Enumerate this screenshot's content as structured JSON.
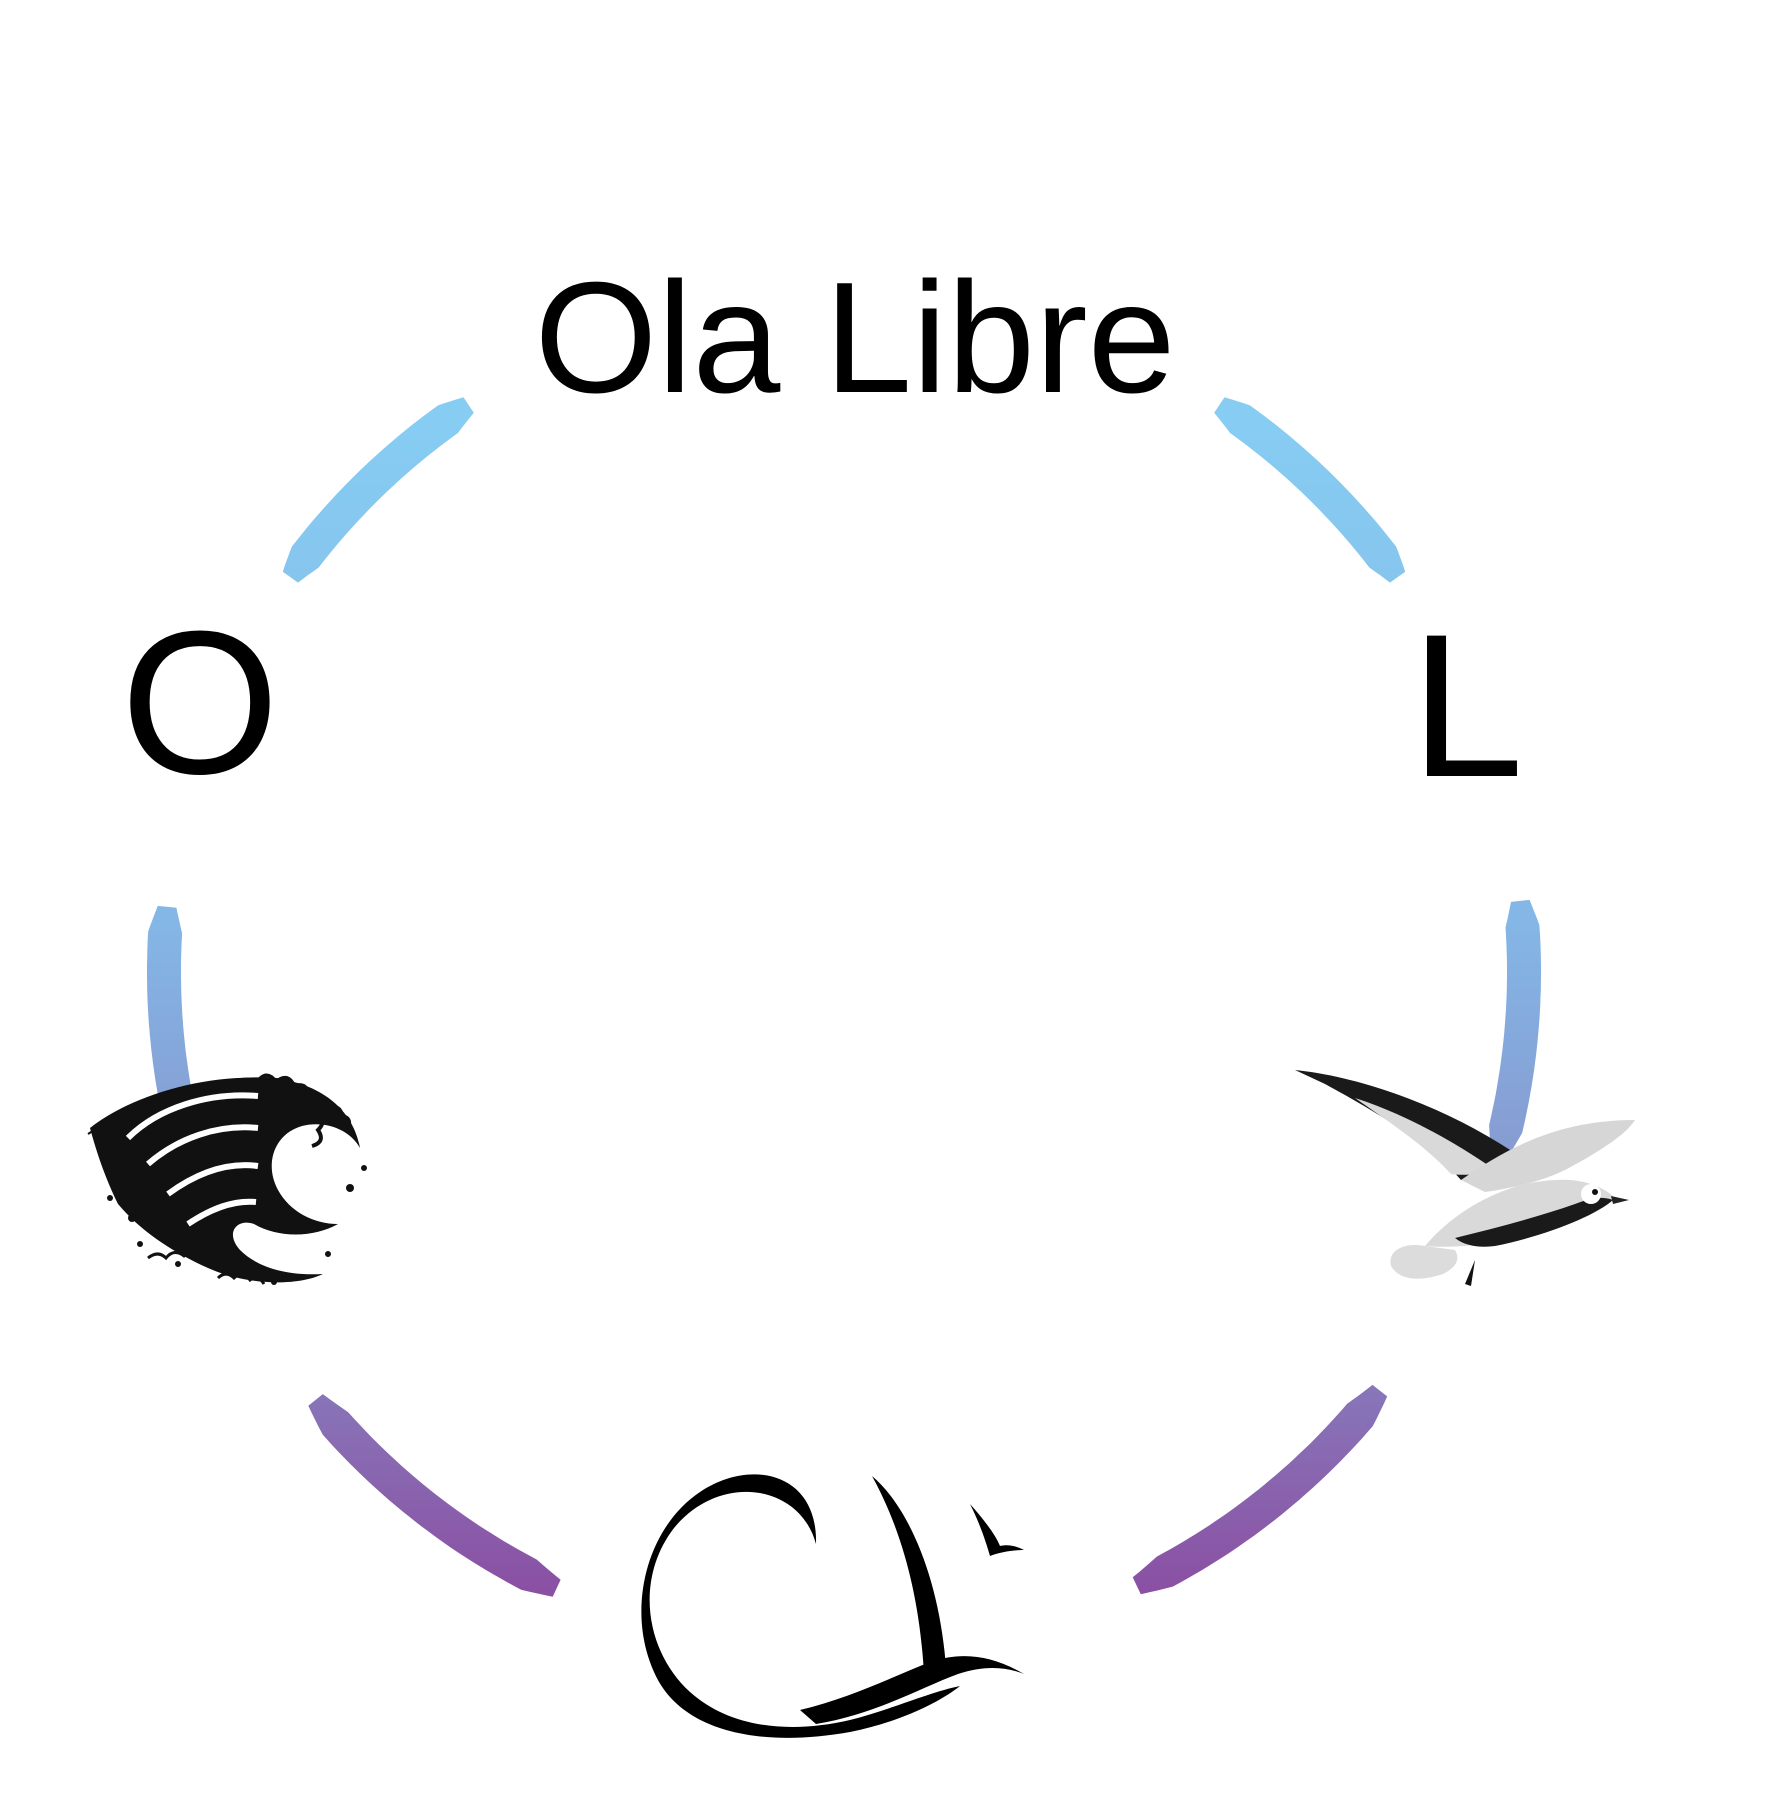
{
  "title": "Ola Libre",
  "letters": {
    "left": "O",
    "right": "L"
  },
  "icons": {
    "left": "great-wave-icon",
    "right": "seagull-icon",
    "bottom": "ola-libre-logo-icon"
  },
  "colors": {
    "arc_top": "#87cef3",
    "arc_mid": "#84a8de",
    "arc_bottom": "#8a52a4",
    "text": "#000000"
  }
}
